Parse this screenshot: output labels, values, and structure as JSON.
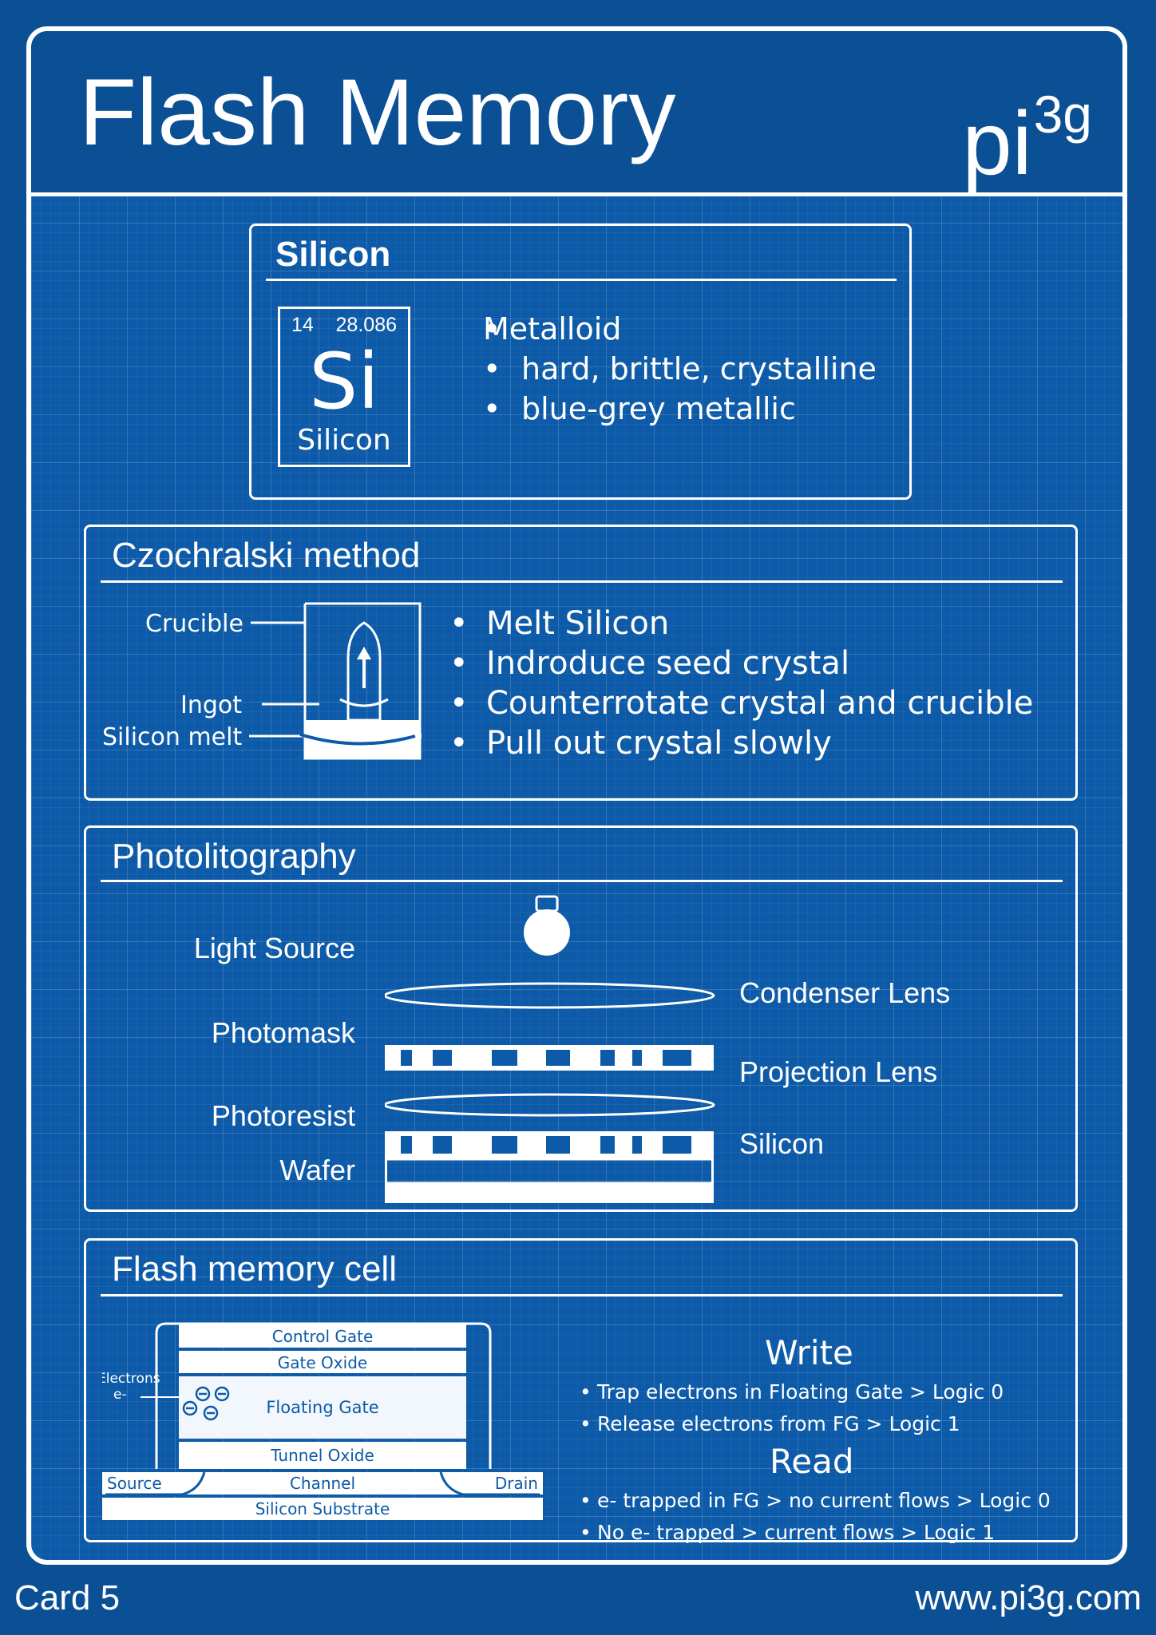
{
  "header": {
    "title": "Flash Memory",
    "logo_base": "pi",
    "logo_sup": "3g"
  },
  "silicon": {
    "title": "Silicon",
    "element": {
      "number": "14",
      "mass": "28.086",
      "symbol": "Si",
      "name": "Silicon"
    },
    "bullets": [
      "Metalloid",
      "hard, brittle, crystalline",
      "blue-grey metallic"
    ]
  },
  "czochralski": {
    "title": "Czochralski method",
    "labels": {
      "crucible": "Crucible",
      "ingot": "Ingot",
      "melt": "Silicon melt"
    },
    "bullets": [
      "Melt Silicon",
      "Indroduce seed crystal",
      "Counterrotate crystal and crucible",
      "Pull out crystal slowly"
    ]
  },
  "photolithography": {
    "title": "Photolitography",
    "labels": {
      "light_source": "Light Source",
      "condenser_lens": "Condenser Lens",
      "photomask": "Photomask",
      "projection_lens": "Projection Lens",
      "photoresist": "Photoresist",
      "silicon": "Silicon",
      "wafer": "Wafer"
    }
  },
  "flash_cell": {
    "title": "Flash memory cell",
    "diagram": {
      "control_gate": "Control Gate",
      "gate_oxide": "Gate Oxide",
      "floating_gate": "Floating Gate",
      "tunnel_oxide": "Tunnel Oxide",
      "source": "Source",
      "channel": "Channel",
      "drain": "Drain",
      "substrate": "Silicon Substrate",
      "electrons": "Electrons",
      "electron_symbol": "e-"
    },
    "write": {
      "heading": "Write",
      "bullets": [
        "Trap electrons in Floating Gate > Logic 0",
        "Release electrons from FG > Logic 1"
      ]
    },
    "read": {
      "heading": "Read",
      "bullets": [
        "e- trapped in FG > no current flows > Logic 0",
        "No e- trapped > current flows > Logic 1"
      ]
    }
  },
  "footer": {
    "card": "Card 5",
    "url": "www.pi3g.com"
  },
  "colors": {
    "background": "#0b4f95",
    "grid": "#0c5aa8",
    "ink": "#ffffff"
  }
}
